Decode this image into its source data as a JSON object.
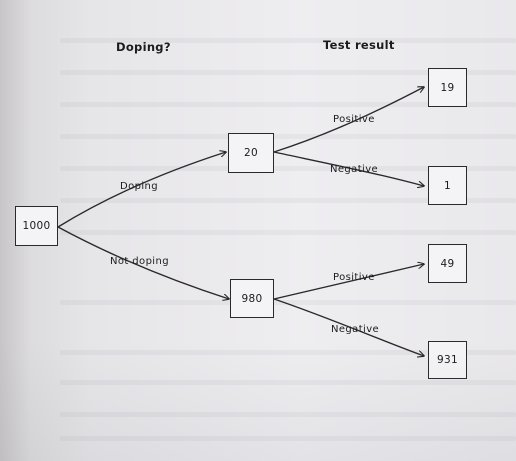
{
  "headers": {
    "doping": "Doping?",
    "test_result": "Test result"
  },
  "nodes": {
    "root": "1000",
    "doping": "20",
    "not_doping": "980",
    "doping_positive": "19",
    "doping_negative": "1",
    "not_doping_positive": "49",
    "not_doping_negative": "931"
  },
  "branches": {
    "doping": "Doping",
    "not_doping": "Not doping",
    "positive_upper": "Positive",
    "negative_upper": "Negative",
    "positive_lower": "Positive",
    "negative_lower": "Negative"
  }
}
